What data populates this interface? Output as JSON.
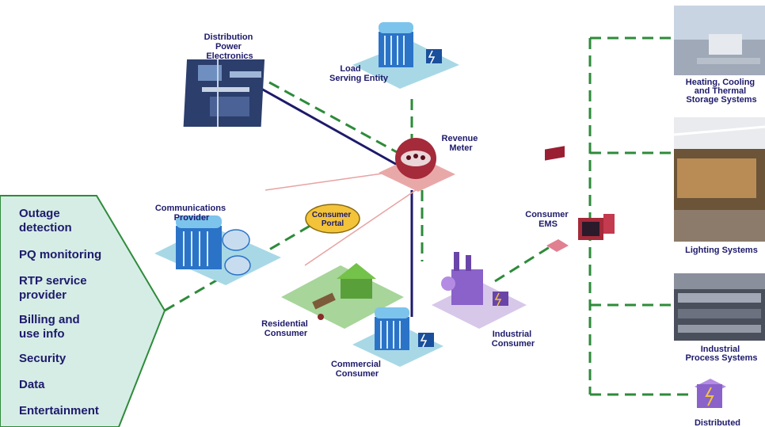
{
  "colors": {
    "dash_green": "#2e8b3a",
    "power_line": "#1d1a6b",
    "signal_line": "#e8a2a2",
    "label_text": "#1d1a6b",
    "panel_fill": "#d6ede6",
    "portal_fill": "#f3c33a"
  },
  "nodes": {
    "distribution": [
      "Distribution",
      "Power",
      "Electronics"
    ],
    "load_serving": [
      "Load",
      "Serving Entity"
    ],
    "revenue_meter": [
      "Revenue",
      "Meter"
    ],
    "comm_provider": [
      "Communications",
      "Provider"
    ],
    "consumer_portal": [
      "Consumer",
      "Portal"
    ],
    "consumer_ems": [
      "Consumer",
      "EMS"
    ],
    "residential": [
      "Residential",
      "Consumer"
    ],
    "commercial": [
      "Commercial",
      "Consumer"
    ],
    "industrial": [
      "Industrial",
      "Consumer"
    ]
  },
  "systems": {
    "hvac": [
      "Heating, Cooling",
      "and Thermal",
      "Storage Systems"
    ],
    "lighting": [
      "Lighting Systems"
    ],
    "process": [
      "Industrial",
      "Process Systems"
    ],
    "distributed": [
      "Distributed"
    ]
  },
  "services": [
    [
      "Outage",
      "detection"
    ],
    [
      "PQ monitoring"
    ],
    [
      "RTP service",
      "provider"
    ],
    [
      "Billing and",
      "use info"
    ],
    [
      "Security"
    ],
    [
      "Data"
    ],
    [
      "Entertainment"
    ]
  ]
}
